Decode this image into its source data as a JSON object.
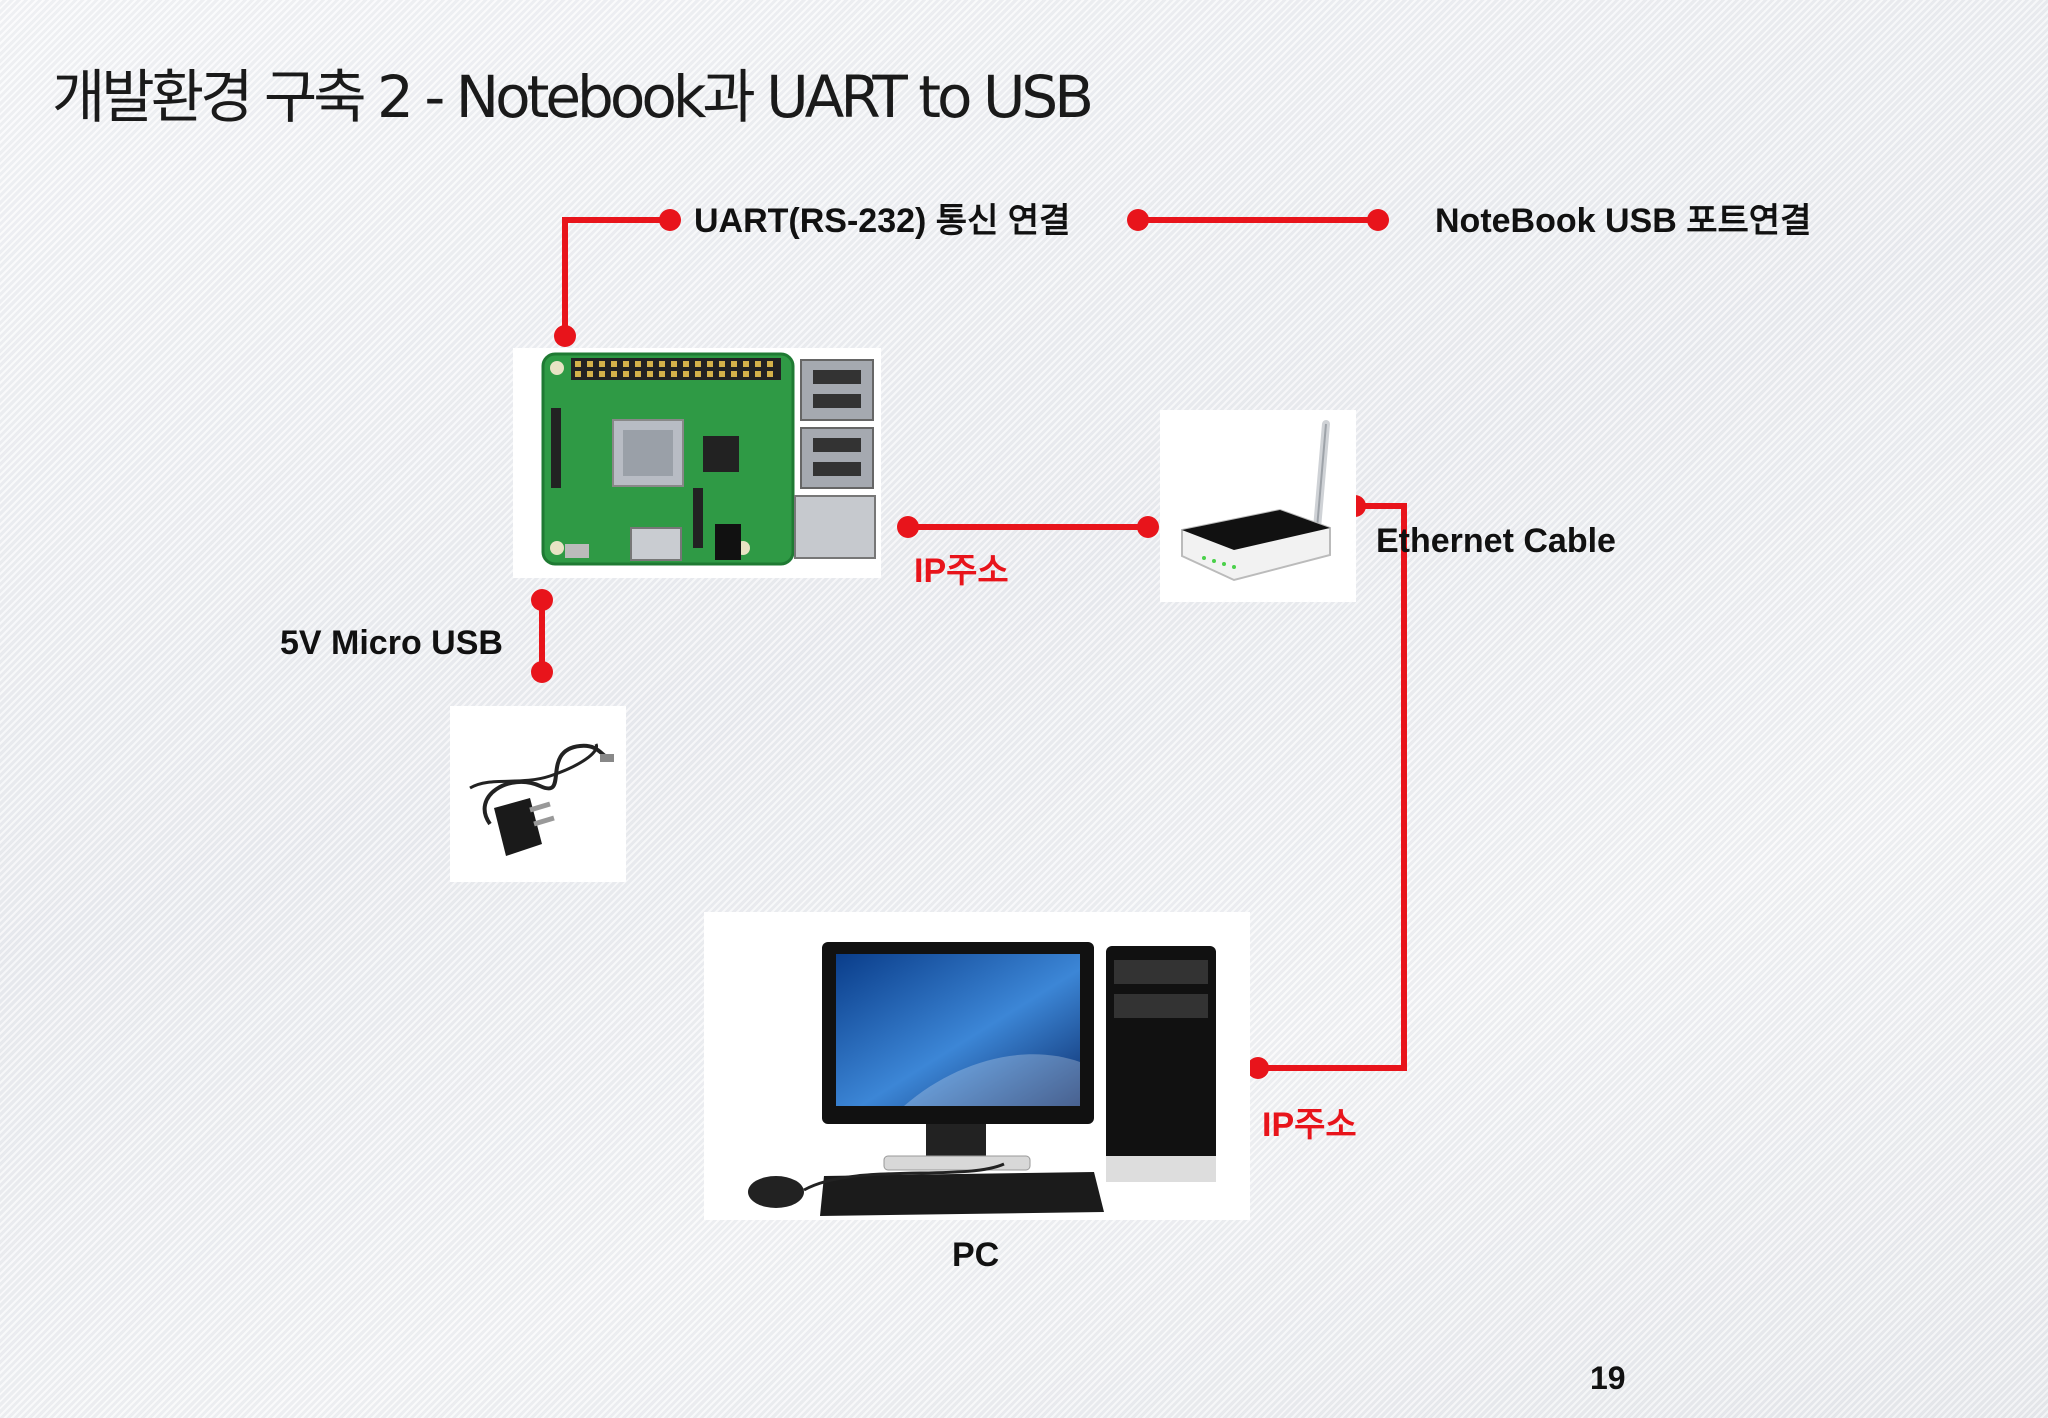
{
  "slide": {
    "title": "개발환경 구축 2 - Notebook과 UART to USB",
    "page_number": "19"
  },
  "diagram": {
    "labels": {
      "uart": "UART(RS-232) 통신 연결",
      "notebook_usb": "NoteBook USB 포트연결",
      "ip_router": "IP주소",
      "ethernet": "Ethernet  Cable",
      "micro_usb": "5V Micro USB",
      "ip_pc": "IP주소",
      "pc": "PC"
    },
    "devices": [
      "raspberry-pi-board",
      "wifi-router",
      "usb-power-adapter",
      "desktop-pc"
    ],
    "colors": {
      "connector": "#e8141b",
      "text": "#111111",
      "highlight_text": "#e8141b"
    }
  }
}
